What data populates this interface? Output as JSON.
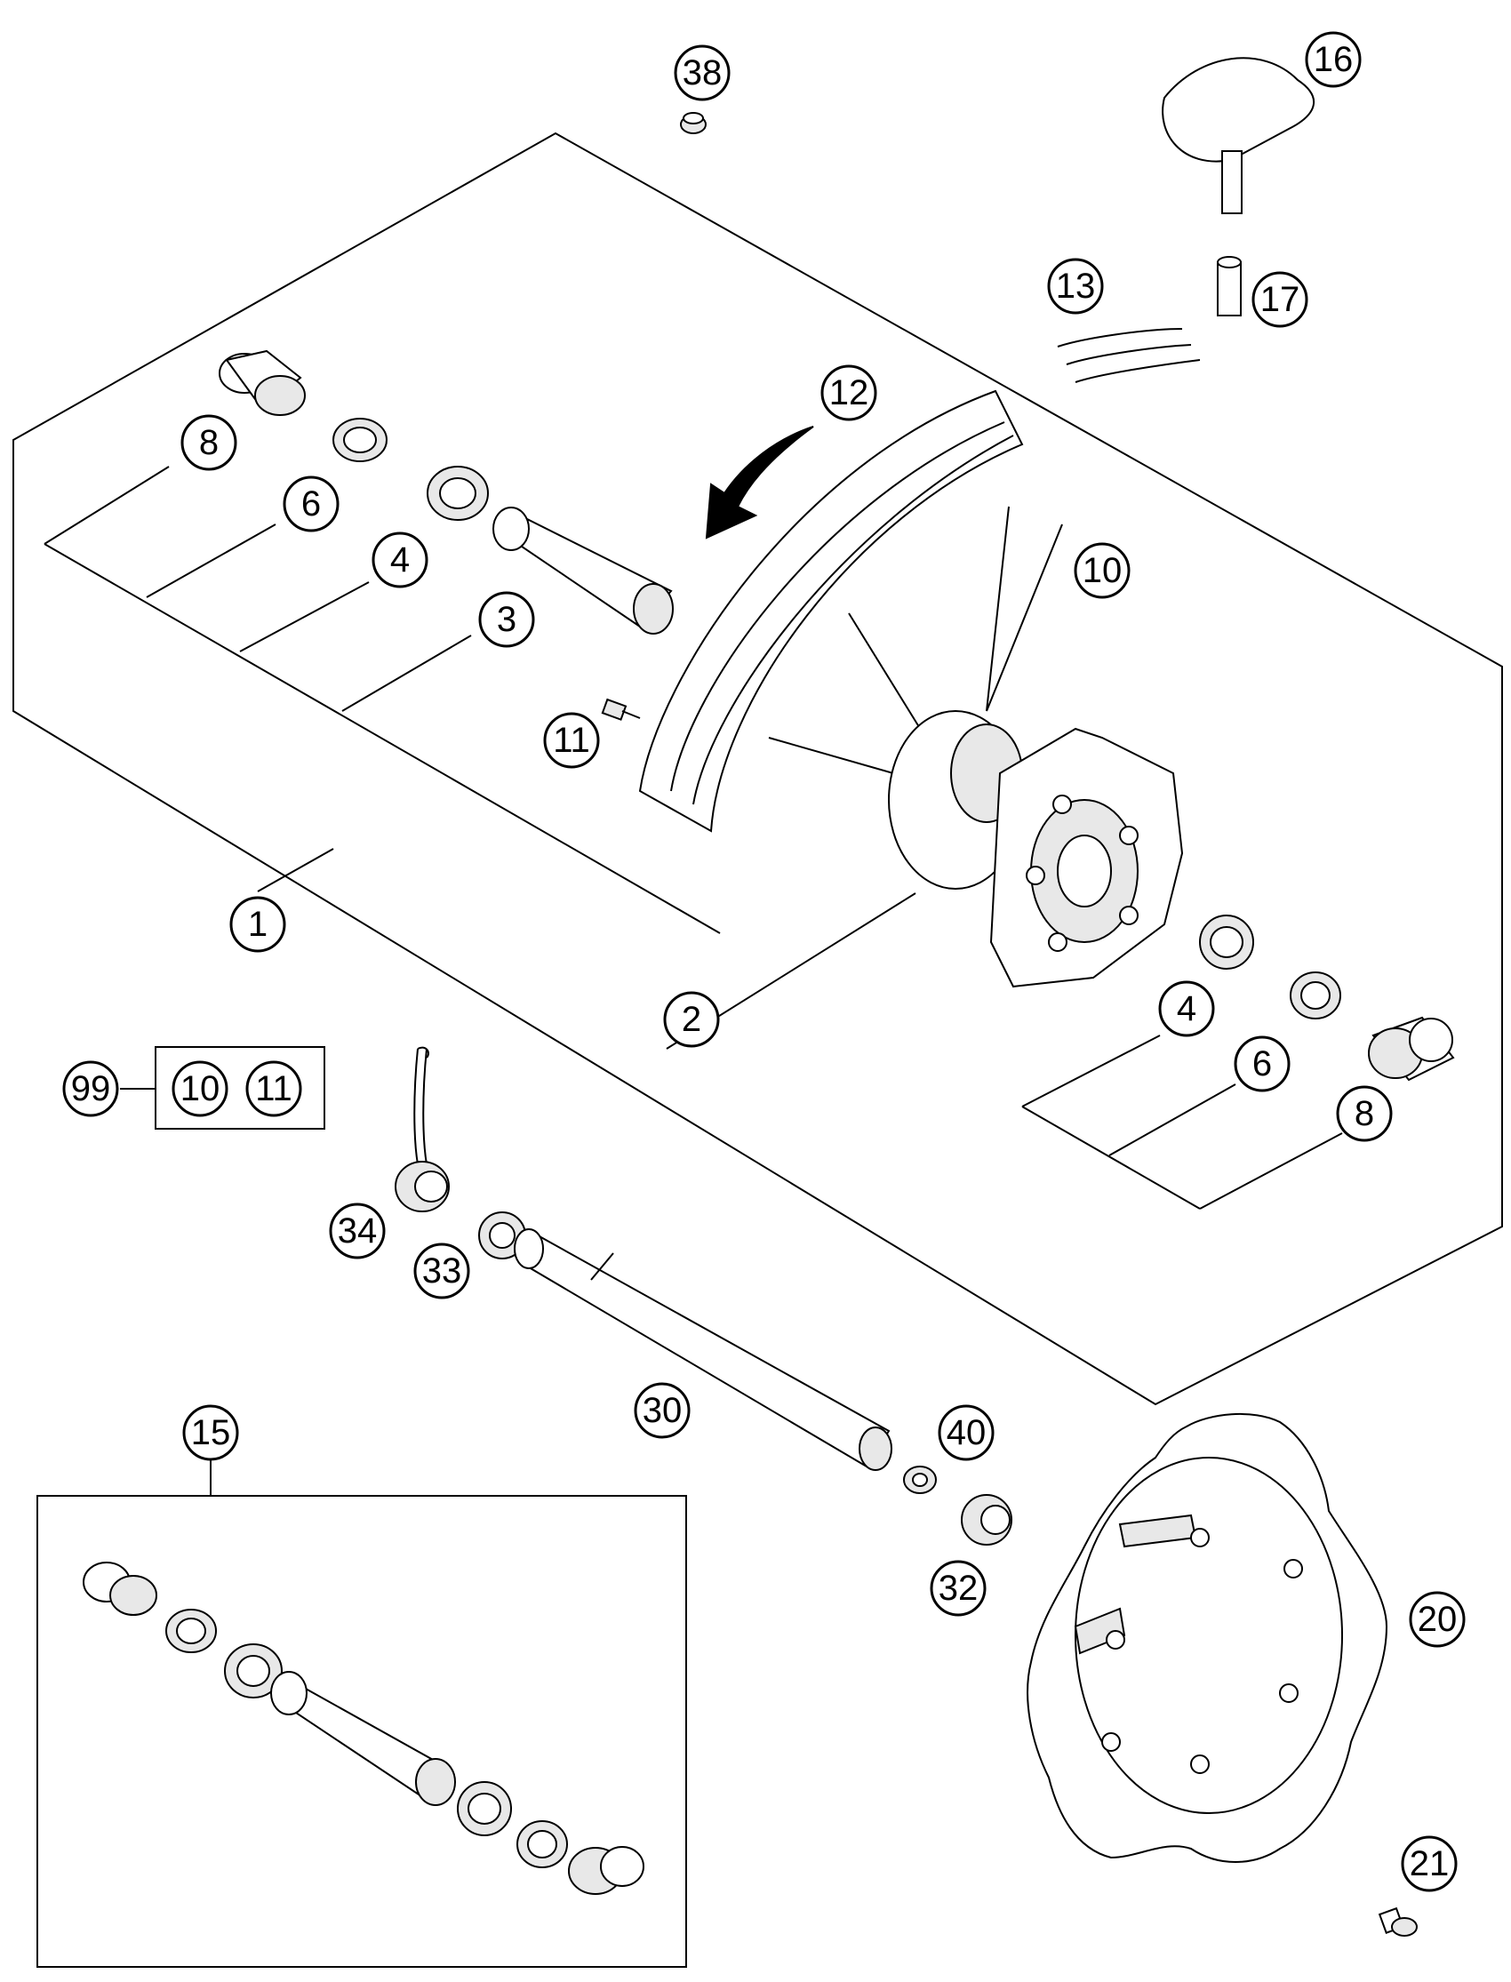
{
  "callouts": {
    "c1": "1",
    "c2": "2",
    "c3": "3",
    "c4a": "4",
    "c4b": "4",
    "c6a": "6",
    "c6b": "6",
    "c8a": "8",
    "c8b": "8",
    "c10": "10",
    "c11": "11",
    "c12": "12",
    "c13": "13",
    "c15": "15",
    "c16": "16",
    "c17": "17",
    "c20": "20",
    "c21": "21",
    "c30": "30",
    "c32": "32",
    "c33": "33",
    "c34": "34",
    "c38": "38",
    "c40": "40",
    "c99": "99",
    "kit10": "10",
    "kit11": "11"
  }
}
